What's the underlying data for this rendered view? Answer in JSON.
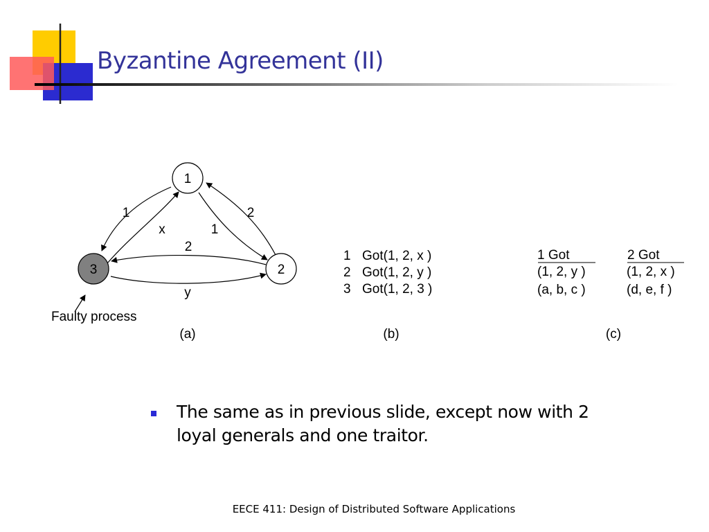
{
  "slide": {
    "title": "Byzantine Agreement (II)",
    "bullet": "The same as in previous slide, except now with 2 loyal generals and one traitor.",
    "footer": "EECE 411: Design of Distributed Software Applications",
    "colors": {
      "title": "#333399",
      "bullet_marker": "#2a2ad6",
      "faulty_node": "#808080"
    }
  },
  "diagram_a": {
    "nodes": {
      "n1": "1",
      "n2": "2",
      "n3": "3"
    },
    "edge_labels": {
      "n1_to_n3": "1",
      "n3_to_n1": "x",
      "n1_to_n2": "1",
      "n2_to_n1": "2",
      "n2_to_n3": "2",
      "n3_to_n2": "y"
    },
    "faulty_label": "Faulty process",
    "caption": "(a)"
  },
  "panel_b": {
    "rows": [
      {
        "num": "1",
        "text": "Got(1, 2, x )"
      },
      {
        "num": "2",
        "text": "Got(1, 2, y )"
      },
      {
        "num": "3",
        "text": "Got(1, 2, 3 )"
      }
    ],
    "caption": "(b)"
  },
  "panel_c": {
    "col1": {
      "header": "1 Got",
      "row1": "(1, 2,  y )",
      "row2": "(a, b,  c )"
    },
    "col2": {
      "header": "2 Got",
      "row1": "(1, 2,  x )",
      "row2": "(d, e,  f  )"
    },
    "caption": "(c)"
  }
}
